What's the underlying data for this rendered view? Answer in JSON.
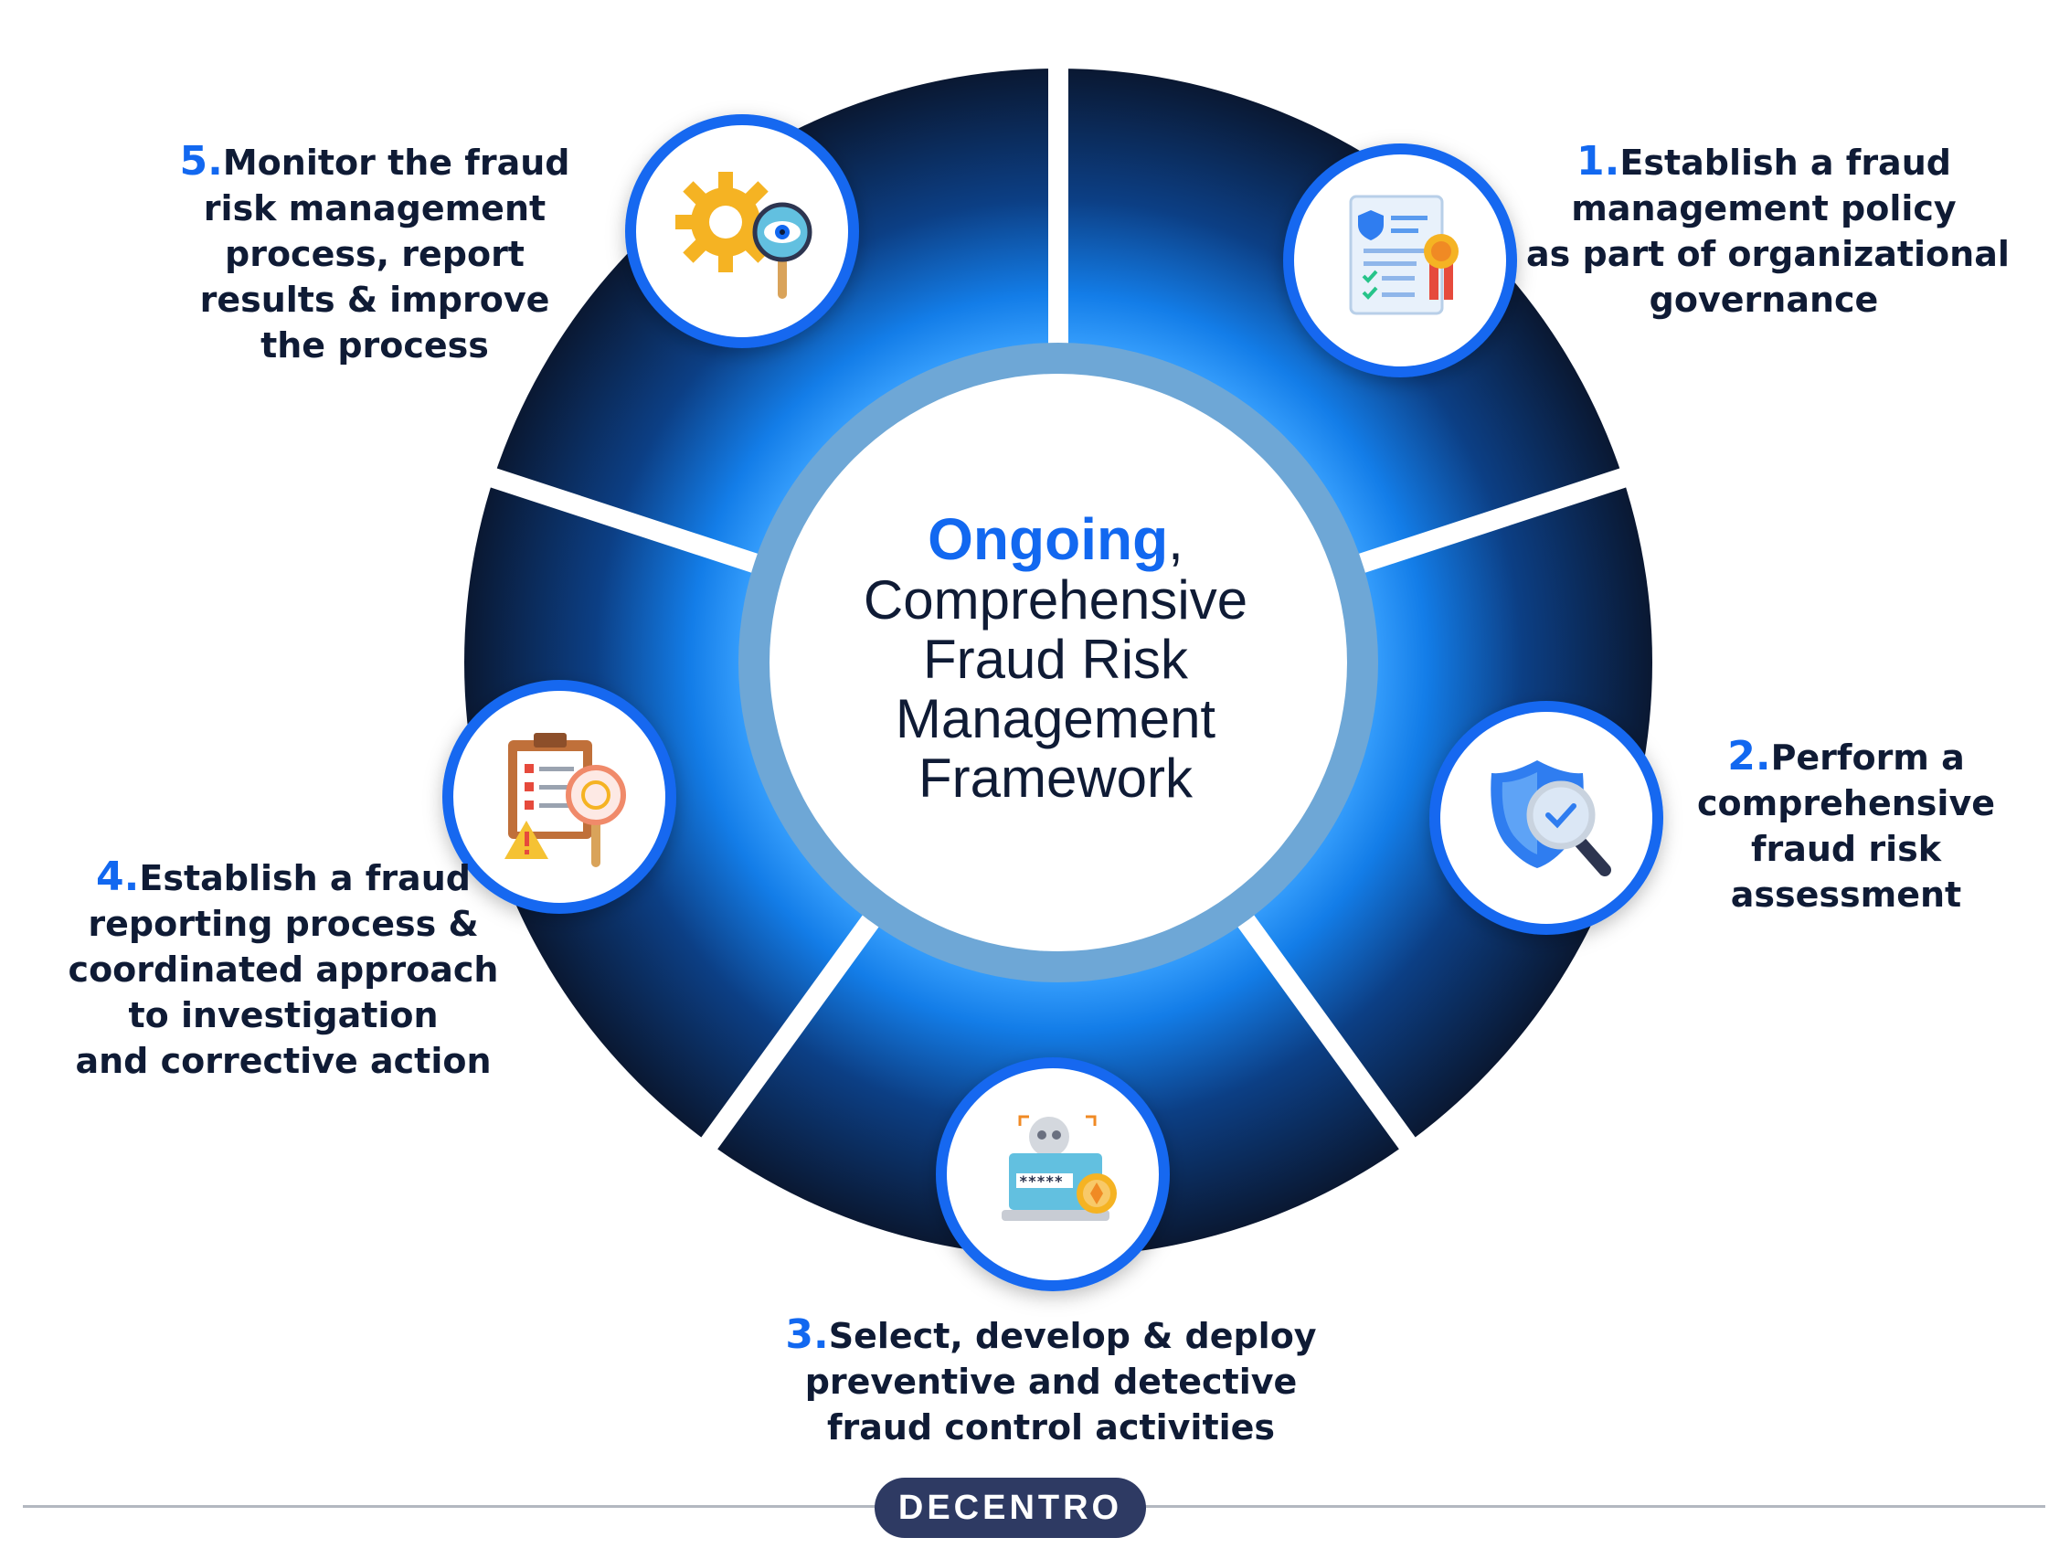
{
  "center": {
    "accent_word": "Ongoing",
    "accent_suffix": ",",
    "lines": [
      "Comprehensive",
      "Fraud Risk",
      "Management",
      "Framework"
    ]
  },
  "steps": [
    {
      "number": "1.",
      "lines": [
        "Establish a fraud",
        "management policy",
        "as part of organizational",
        "governance"
      ],
      "icon": "policy-certificate-icon"
    },
    {
      "number": "2.",
      "lines": [
        "Perform a",
        "comprehensive",
        "fraud risk",
        "assessment"
      ],
      "icon": "shield-magnifier-icon"
    },
    {
      "number": "3.",
      "lines": [
        "Select, develop & deploy",
        "preventive and detective",
        "fraud control activities"
      ],
      "icon": "laptop-skull-icon"
    },
    {
      "number": "4.",
      "lines": [
        "Establish a fraud",
        "reporting process &",
        "coordinated approach",
        "to investigation",
        "and corrective action"
      ],
      "icon": "clipboard-warning-icon"
    },
    {
      "number": "5.",
      "lines": [
        "Monitor the fraud",
        "risk management",
        "process, report",
        "results & improve",
        "the process"
      ],
      "icon": "gear-eye-icon"
    }
  ],
  "logo": {
    "text": "DECENTRO"
  },
  "colors": {
    "accent": "#1268f0",
    "ring_dark": "#0b1a38",
    "ring_glow": "#1e8fff",
    "text": "#0f1b35"
  }
}
